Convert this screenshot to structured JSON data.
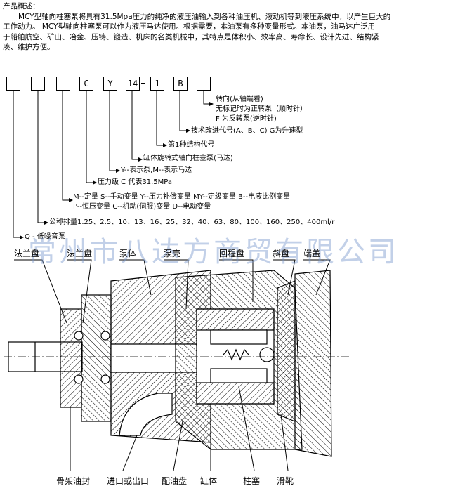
{
  "intro": {
    "heading": "产品概述：",
    "line1": "MCY型轴向柱塞泵将具有31.5Mpa压力的纯净的液压油输入到各种油压机、液动机等到液压系统中，以产生巨大的",
    "line2": "工作动力。  MCY型轴向柱塞泵可以作为液压马达使用。根据需要，本油泵有多种变量形式。本油泵，油马达广泛用",
    "line3": "于船舶航空、矿山、冶金、压铸、锻造、机床的名类机械中，其特点是体积小、效率高、寿命长、设计先进、结构紧",
    "line4": "凑、维护方便。"
  },
  "model_code": {
    "boxes": [
      "",
      "",
      "",
      "C",
      "Y",
      "14",
      "1",
      "B",
      ""
    ],
    "desc": {
      "rotation": "转向(从轴端看)",
      "rotation_default": "无标记时为正转泵（顺时针）",
      "rotation_f": "F  为反转泵(逆时针)",
      "tech_code": "技术改进代号(A、B、C) G为升速型",
      "struct_code": "第1种结构代号",
      "cylinder": "缸体旋转式轴向柱塞泵(马达)",
      "yesm": "Y--表示泵,M--表示马达",
      "pressure": "压力级 C 代表31.5MPa",
      "var1": "M--定量 S--手动变量 Y--压力补偿变量 MY--定级变量 B--电液比例变量",
      "var2": "P--恒压变量          C--机动(伺服)变量              D--电动变量",
      "displacement": "公称排量1.25、2.5、10、13、16、25、32、40、63、80、100、160、250、400ml/r",
      "lownoise": "Q - 低噪音泵"
    }
  },
  "diagram": {
    "top_labels": {
      "flange1": "法兰盘",
      "flange2": "法兰盘",
      "housing": "泵体",
      "casing": "泵壳",
      "return_disc": "回程盘",
      "swash": "斜盘",
      "end_cover": "端盖"
    },
    "bottom_labels": {
      "seal": "骨架油封",
      "port": "进口或出口",
      "valve_plate": "配油盘",
      "cylinder": "缸体",
      "plunger": "柱塞",
      "slipper": "滑靴"
    },
    "watermark": "常州市八达方商贸有限公司"
  }
}
